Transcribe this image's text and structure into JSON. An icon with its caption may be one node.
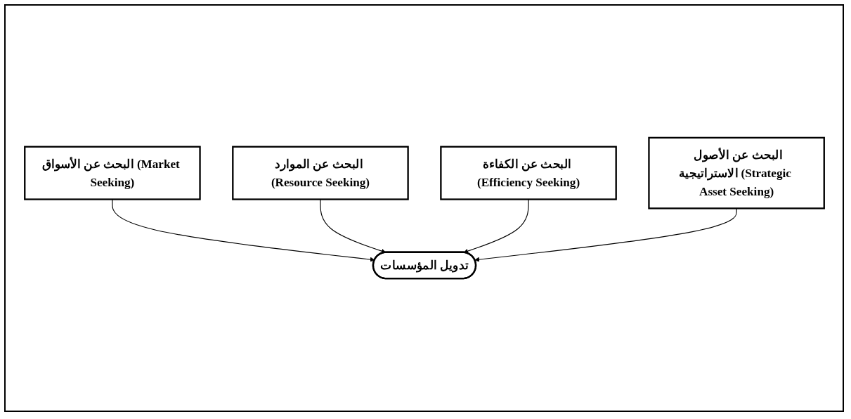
{
  "diagram": {
    "nodes": [
      {
        "text": [
          "البحث عن الأسواق (Market Seeking)"
        ]
      },
      {
        "text": [
          "البحث عن الموارد (Resource Seeking)"
        ]
      },
      {
        "text": [
          "تدويل المؤسسات"
        ]
      },
      {
        "text": [
          "البحث عن الكفاءة (Efficiency Seeking)"
        ]
      },
      {
        "text": [
          "البحث عن الأصول الاستراتيجية (Strategic Asset Seeking)"
        ]
      }
    ],
    "edges": [
      {
        "from": 0,
        "to": 2,
        "arrow": "to"
      },
      {
        "from": 1,
        "to": 2,
        "arrow": "to"
      },
      {
        "from": 3,
        "to": 2,
        "arrow": "to"
      },
      {
        "from": 4,
        "to": 2,
        "arrow": "to"
      }
    ]
  }
}
